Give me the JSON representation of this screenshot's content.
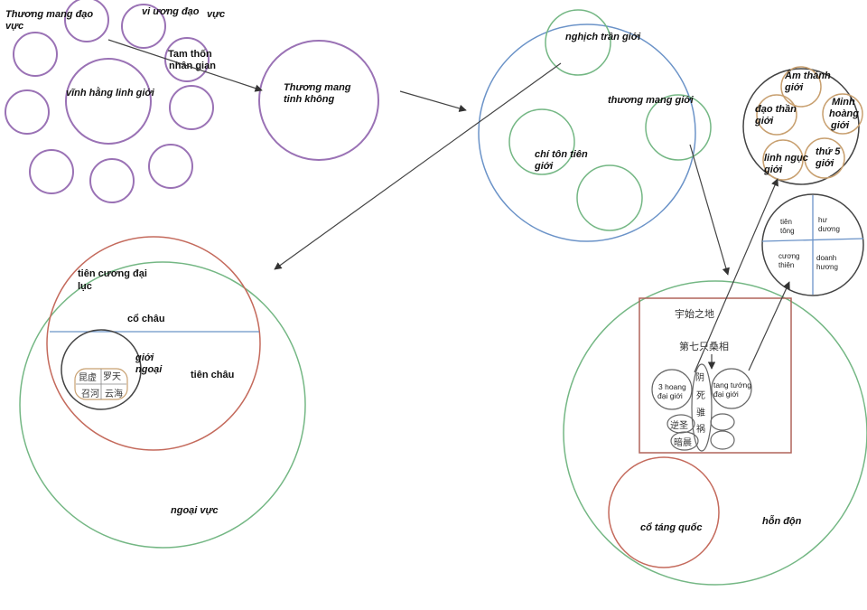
{
  "colors": {
    "purple": "#9a72b5",
    "blue": "#6b93c8",
    "green": "#74b784",
    "red": "#c46a5c",
    "dark": "#444444",
    "tan": "#c8a070"
  },
  "labels": {
    "thuong_mang_dao_vuc_1": "Thương mang đạo",
    "thuong_mang_dao_vuc_2": "vực",
    "vi_uong_dao_vuc_1": "vi ương đạo",
    "vi_uong_dao_vuc_2": "vực",
    "tam_thon_1": "Tam thốn",
    "tam_thon_2": "nhân gian",
    "vinh_hang_linh_gioi": "vĩnh hằng linh giới",
    "thuong_mang_tinh_khong_1": "Thương mang",
    "thuong_mang_tinh_khong_2": "tinh không",
    "nghich_tran_gioi": "nghịch trần giới",
    "thuong_mang_gioi": "thương mang giới",
    "chi_ton_tien_gioi_1": "chí tôn tiên",
    "chi_ton_tien_gioi_2": "giới",
    "am_thanh_gioi_1": "Âm thánh",
    "am_thanh_gioi_2": "giới",
    "dao_than_gioi_1": "đạo thần",
    "dao_than_gioi_2": "giới",
    "minh_hoang_gioi_1": "Minh",
    "minh_hoang_gioi_2": "hoàng",
    "minh_hoang_gioi_3": "giới",
    "linh_nguc_gioi_1": "linh ngục",
    "linh_nguc_gioi_2": "giới",
    "thu_5_gioi_1": "thứ 5",
    "thu_5_gioi_2": "giới",
    "tien_tong_1": "tiên",
    "tien_tong_2": "tông",
    "hu_duong_1": "hư",
    "hu_duong_2": "dương",
    "cuong_thien_1": "cương",
    "cuong_thien_2": "thiên",
    "doanh_huong_1": "doanh",
    "doanh_huong_2": "hương",
    "tien_cuong_dai_luc_1": "tiên cương đại",
    "tien_cuong_dai_luc_2": "lục",
    "co_chau": "cổ châu",
    "gioi_ngoai_1": "giới",
    "gioi_ngoai_2": "ngoại",
    "tien_chau": "tiên châu",
    "kun_xu": "昆虚",
    "luo_tian": "罗天",
    "zhao_he": "召河",
    "yun_hai": "云海",
    "ngoai_vuc": "ngoại vực",
    "yu_shi_zhi_di": "宇始之地",
    "di_qi_zhi_sang_xiang": "第七只桑相",
    "yin": "阴",
    "si": "死",
    "zhui": "骓",
    "huo": "祸",
    "ni_sheng": "逆圣",
    "an_chen": "暗晨",
    "ba_hoang_dai_gioi_1": "3 hoang",
    "ba_hoang_dai_gioi_2": "đại giới",
    "tang_tuong_dai_gioi_1": "tang tướng",
    "tang_tuong_dai_gioi_2": "đại giới",
    "co_tang_quoc": "cổ táng quốc",
    "hon_don": "hỗn độn"
  }
}
